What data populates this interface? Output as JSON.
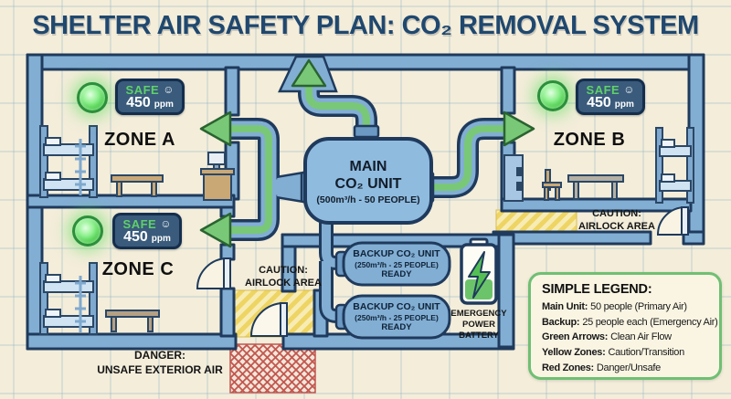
{
  "title": "SHELTER AIR SAFETY PLAN: CO₂ REMOVAL SYSTEM",
  "zones": [
    {
      "name": "ZONE A",
      "status": "SAFE",
      "smiley": "☺",
      "ppm_value": "450",
      "ppm_unit": "ppm"
    },
    {
      "name": "ZONE B",
      "status": "SAFE",
      "smiley": "☺",
      "ppm_value": "450",
      "ppm_unit": "ppm"
    },
    {
      "name": "ZONE C",
      "status": "SAFE",
      "smiley": "☺",
      "ppm_value": "450",
      "ppm_unit": "ppm"
    }
  ],
  "main_unit": {
    "line1": "MAIN",
    "line2": "CO₂ UNIT",
    "line3": "(500m³/h - 50 PEOPLE)"
  },
  "backup_units": [
    {
      "line1": "BACKUP CO₂ UNIT",
      "line2": "(250m³/h - 25 PEOPLE)",
      "line3": "READY"
    },
    {
      "line1": "BACKUP CO₂ UNIT",
      "line2": "(250m³/h - 25 PEOPLE)",
      "line3": "READY"
    }
  ],
  "battery": {
    "line1": "EMERGENCY",
    "line2": "POWER",
    "line3": "BATTERY"
  },
  "cautions": [
    {
      "line1": "CAUTION:",
      "line2": "AIRLOCK AREA"
    },
    {
      "line1": "CAUTION:",
      "line2": "AIRLOCK AREA"
    }
  ],
  "danger": {
    "line1": "DANGER:",
    "line2": "UNSAFE EXTERIOR AIR"
  },
  "legend": {
    "title": "SIMPLE LEGEND:",
    "items": [
      {
        "term": "Main Unit:",
        "desc": "50 people (Primary Air)"
      },
      {
        "term": "Backup:",
        "desc": "25 people each (Emergency Air)"
      },
      {
        "term": "Green Arrows:",
        "desc": "Clean Air Flow"
      },
      {
        "term": "Yellow Zones:",
        "desc": "Caution/Transition"
      },
      {
        "term": "Red Zones:",
        "desc": "Danger/Unsafe"
      }
    ]
  },
  "colors": {
    "background": "#f3edda",
    "wall_fill": "#82aed3",
    "wall_outline": "#1f3a5c",
    "clean_air_green": "#79c877",
    "safe_green": "#5fd06a",
    "indicator_green": "#3ec53e",
    "caution_yellow": "#eed463",
    "danger_red": "#c2574e",
    "legend_border": "#6fbf73",
    "title_navy": "#20486f",
    "badge_slate": "#3a5b7b"
  }
}
